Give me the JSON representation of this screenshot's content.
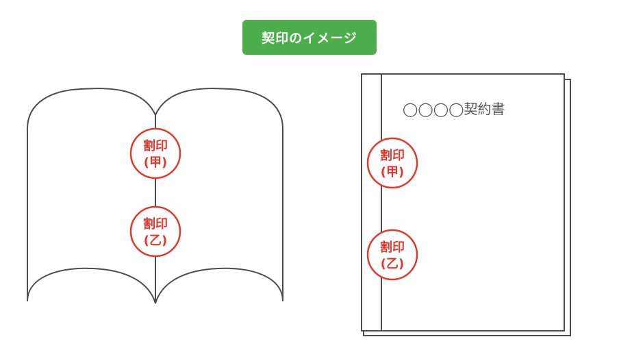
{
  "title": "契印のイメージ",
  "colors": {
    "accent": "#4cae4a",
    "seal": "#e0392e",
    "line": "#4d4d4d"
  },
  "book": {
    "seals": [
      {
        "top": "割印",
        "bottom": "(甲)"
      },
      {
        "top": "割印",
        "bottom": "(乙)"
      }
    ]
  },
  "contract": {
    "title": "◯◯◯◯契約書",
    "seals": [
      {
        "top": "割印",
        "bottom": "(甲)"
      },
      {
        "top": "割印",
        "bottom": "(乙)"
      }
    ]
  }
}
